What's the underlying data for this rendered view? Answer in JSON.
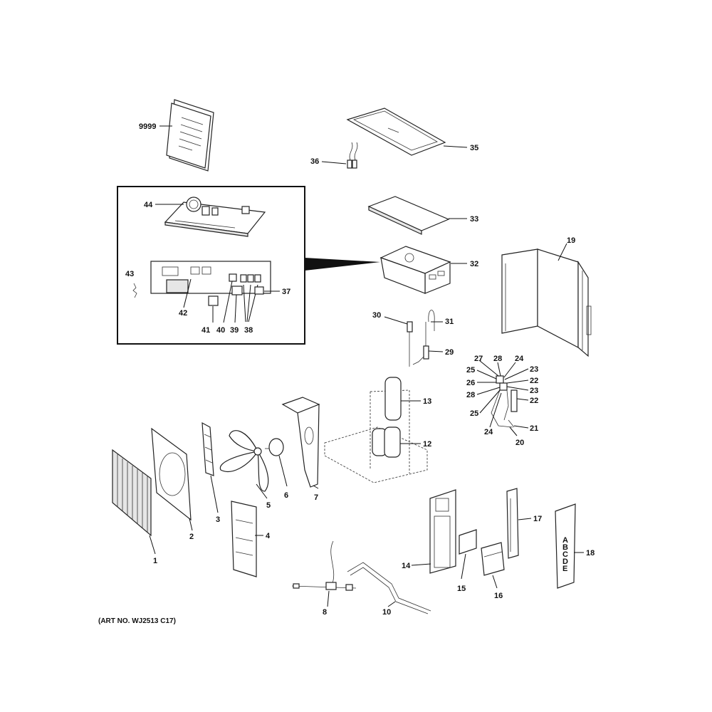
{
  "callouts": {
    "c9999": "9999",
    "c35": "35",
    "c36": "36",
    "c33": "33",
    "c32": "32",
    "c44": "44",
    "c43": "43",
    "c42": "42",
    "c41": "41",
    "c40": "40",
    "c39": "39",
    "c38": "38",
    "c37": "37",
    "c19": "19",
    "c30": "30",
    "c31": "31",
    "c29": "29",
    "c27": "27",
    "c28a": "28",
    "c24a": "24",
    "c25a": "25",
    "c23a": "23",
    "c26": "26",
    "c22a": "22",
    "c28b": "28",
    "c23b": "23",
    "c25b": "25",
    "c22b": "22",
    "c24b": "24",
    "c21": "21",
    "c20": "20",
    "c13": "13",
    "c12": "12",
    "c1": "1",
    "c2": "2",
    "c3": "3",
    "c4": "4",
    "c5": "5",
    "c6": "6",
    "c7": "7",
    "c8": "8",
    "c10": "10",
    "c14": "14",
    "c15": "15",
    "c16": "16",
    "c17": "17",
    "c18": "18"
  },
  "panel_letters": [
    "A",
    "B",
    "C",
    "D",
    "E"
  ],
  "art_number": "(ART NO. WJ2513 C17)"
}
